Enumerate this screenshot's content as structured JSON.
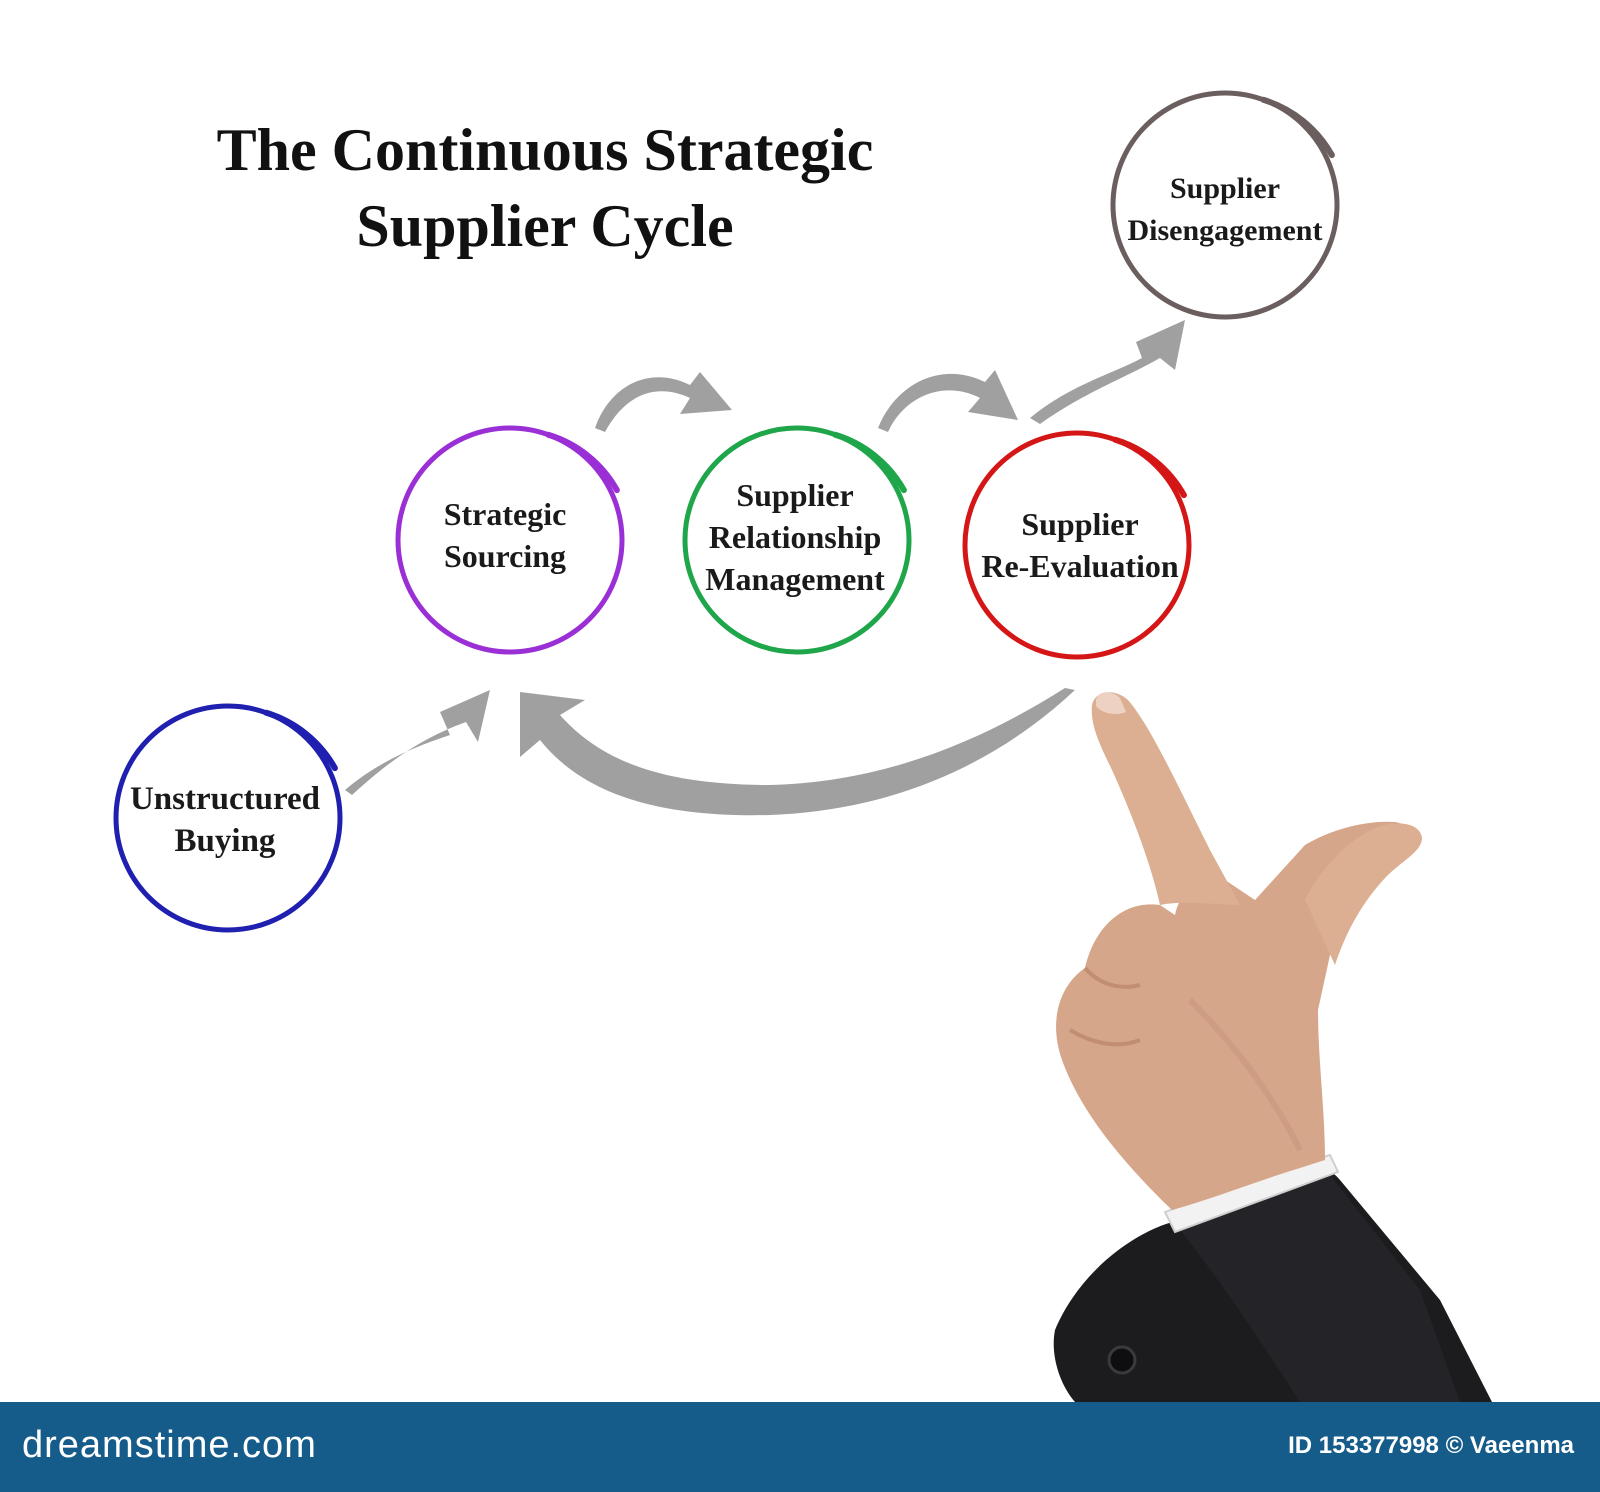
{
  "diagram": {
    "title_lines": [
      "The Continuous Strategic",
      "Supplier Cycle"
    ],
    "nodes": [
      {
        "id": "unstructured",
        "lines": [
          "Unstructured",
          "Buying"
        ],
        "color": "#1f1fb0"
      },
      {
        "id": "sourcing",
        "lines": [
          "Strategic",
          "Sourcing"
        ],
        "color": "#9b2fd6"
      },
      {
        "id": "relationship",
        "lines": [
          "Supplier",
          "Relationship",
          "Management"
        ],
        "color": "#1fa64a"
      },
      {
        "id": "reevaluation",
        "lines": [
          "Supplier",
          "Re-Evaluation"
        ],
        "color": "#d41616"
      },
      {
        "id": "disengagement",
        "lines": [
          "Supplier",
          "Disengagement"
        ],
        "color": "#6a5e5e"
      }
    ],
    "edges": [
      {
        "from": "unstructured",
        "to": "sourcing"
      },
      {
        "from": "sourcing",
        "to": "relationship"
      },
      {
        "from": "relationship",
        "to": "reevaluation"
      },
      {
        "from": "reevaluation",
        "to": "disengagement"
      },
      {
        "from": "reevaluation",
        "to": "sourcing"
      }
    ],
    "arrow_color": "#a0a0a0"
  },
  "footer": {
    "brand": "dreamstime.com",
    "image_id": "ID 153377998 © Vaeenma",
    "background": "#155c8a"
  }
}
